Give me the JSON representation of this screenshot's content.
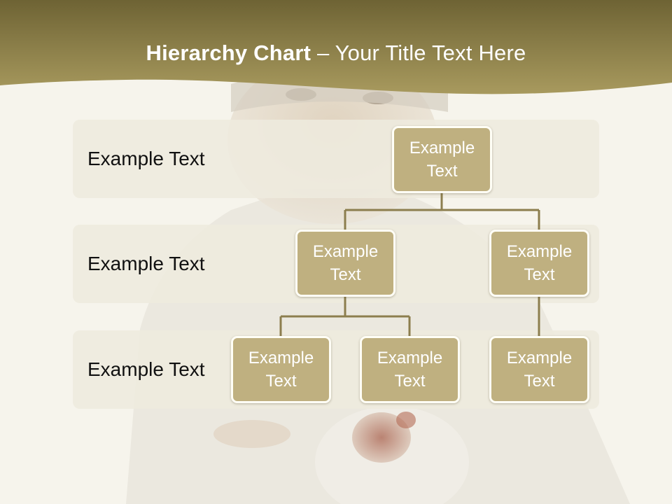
{
  "slide": {
    "title_bold": "Hierarchy Chart",
    "title_rest": " – Your Title Text Here"
  },
  "bands": [
    {
      "label": "Example Text"
    },
    {
      "label": "Example Text"
    },
    {
      "label": "Example Text"
    }
  ],
  "nodes": {
    "root": "Example\nText",
    "level2_left": "Example\nText",
    "level2_right": "Example\nText",
    "level3_a": "Example\nText",
    "level3_b": "Example\nText",
    "level3_c": "Example\nText"
  },
  "colors": {
    "header": "#8c8146",
    "node_fill": "#bfb080",
    "node_border": "#fffef6",
    "connector": "#8c7e4e",
    "band_fill": "#eeebde"
  }
}
